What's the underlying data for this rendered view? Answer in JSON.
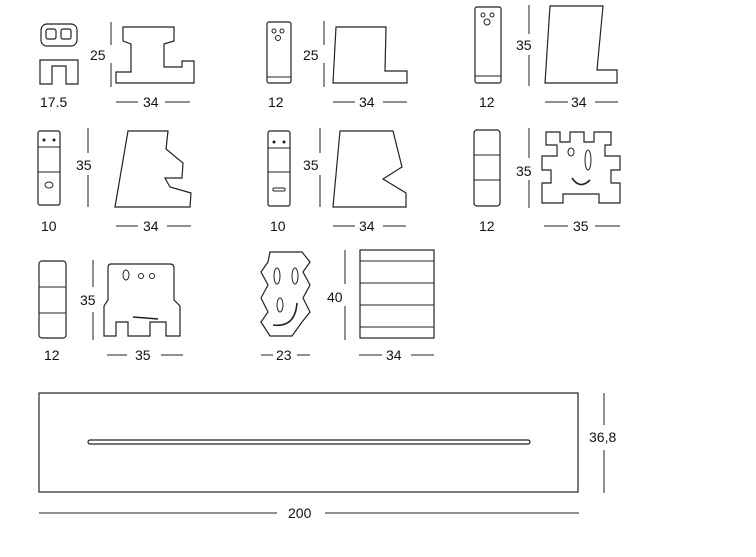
{
  "labels": {
    "a_width": "17.5",
    "a_height": "25",
    "a_depth": "34",
    "b_width": "12",
    "b_height": "25",
    "b_depth": "34",
    "c_width": "12",
    "c_height": "35",
    "c_depth": "34",
    "d_width": "10",
    "d_height": "35",
    "d_depth": "34",
    "e_width": "10",
    "e_height": "35",
    "e_depth": "34",
    "f_width": "12",
    "f_height": "35",
    "f_depth": "35",
    "g_width": "12",
    "g_height": "35",
    "g_depth": "35",
    "h_width": "23",
    "h_height": "40",
    "h_depth": "34",
    "board_height": "36,8",
    "board_length": "200"
  }
}
